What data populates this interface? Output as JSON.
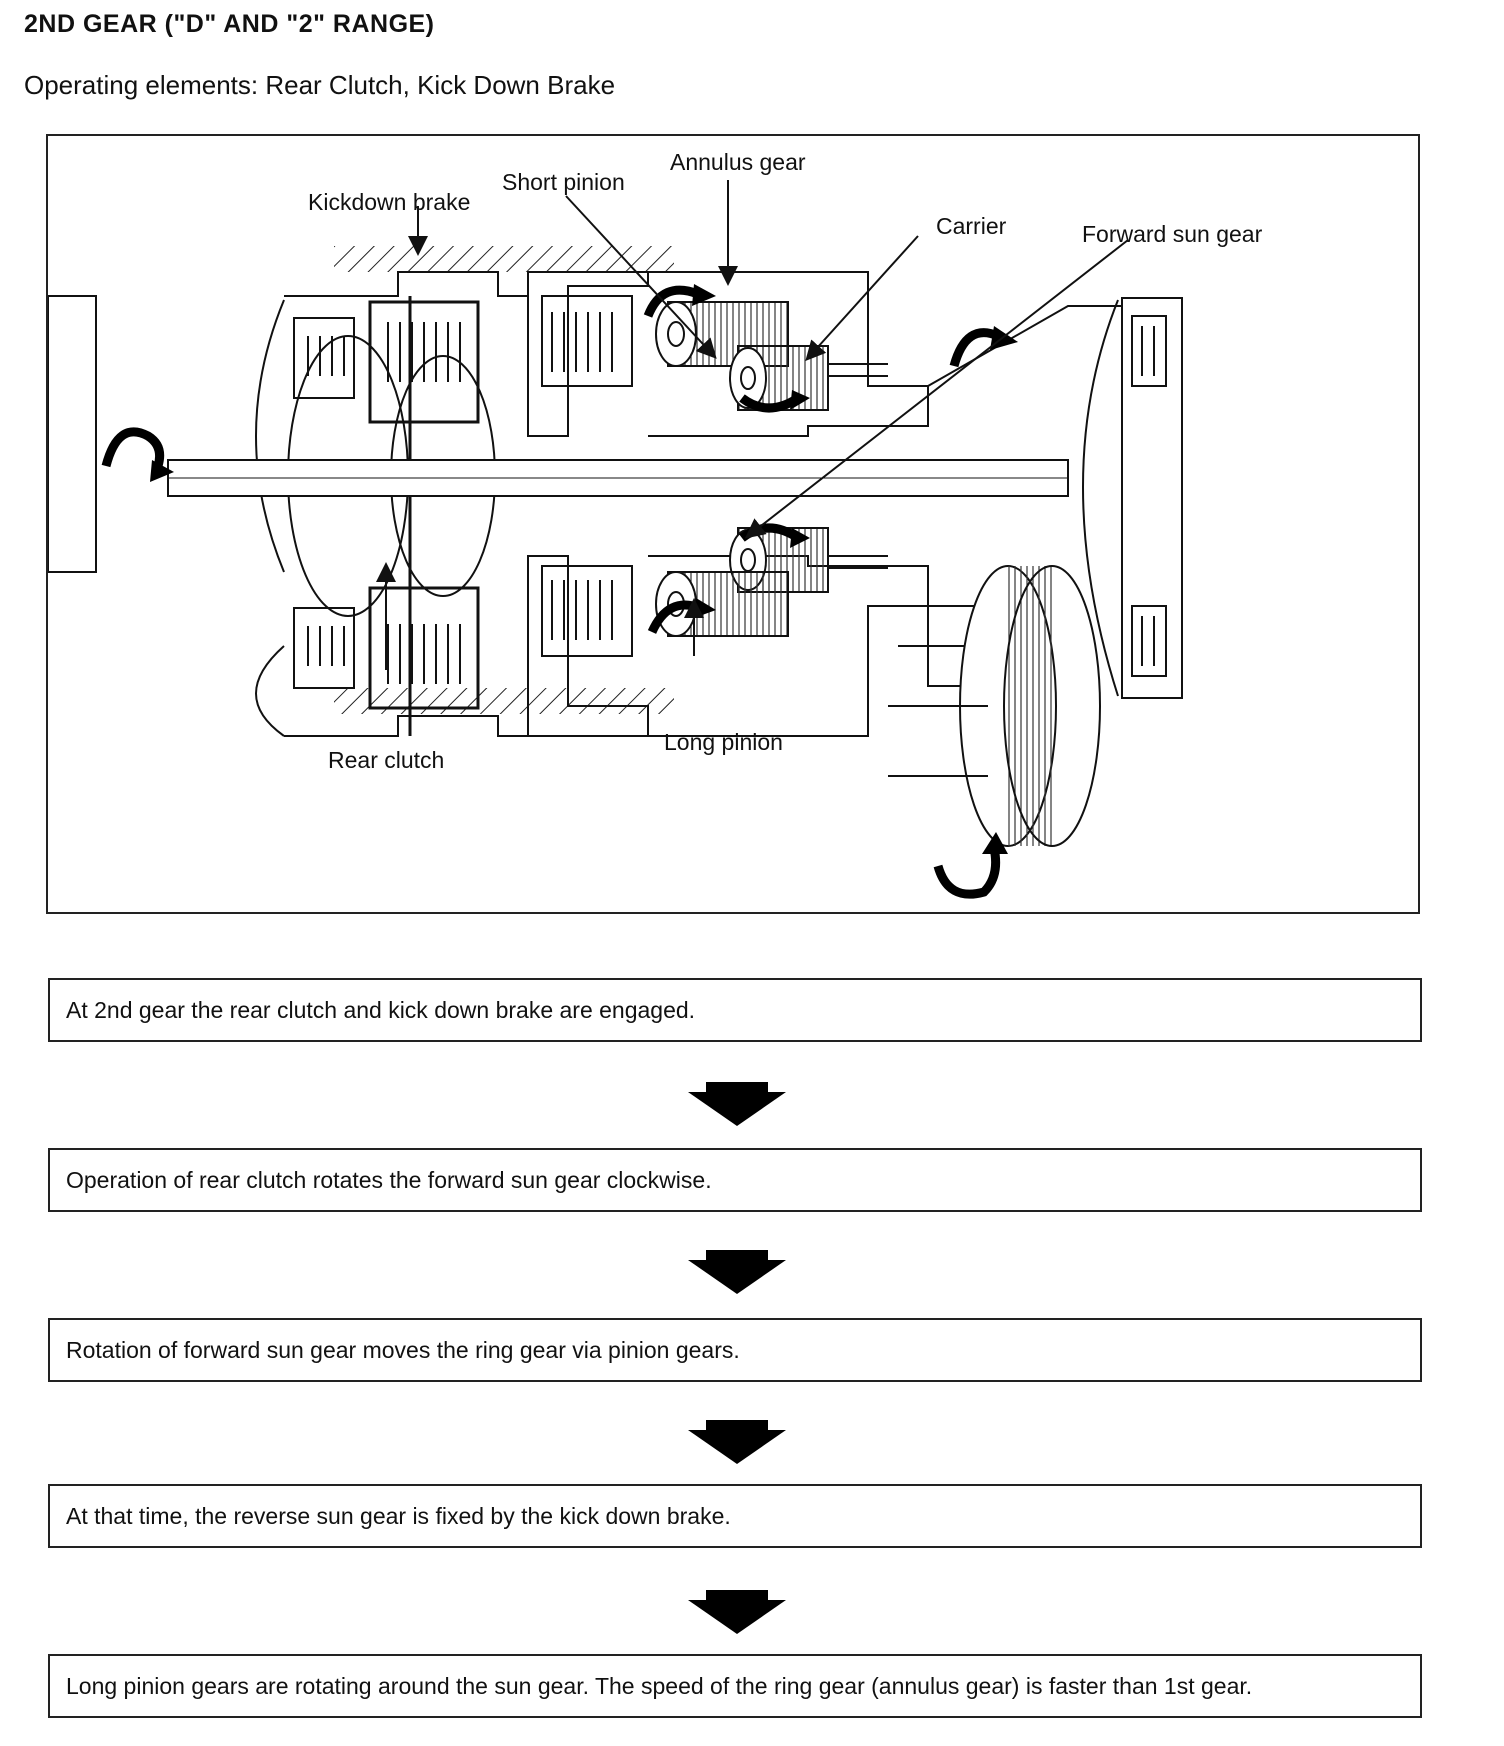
{
  "header": {
    "title": "2ND GEAR (\"D\" AND \"2\" RANGE)",
    "subtitle": "Operating elements: Rear Clutch, Kick Down Brake"
  },
  "diagram": {
    "labels": {
      "kickdown_brake": "Kickdown brake",
      "short_pinion": "Short pinion",
      "annulus_gear": "Annulus gear",
      "carrier": "Carrier",
      "forward_sun_gear": "Forward sun gear",
      "rear_clutch": "Rear clutch",
      "long_pinion": "Long pinion"
    }
  },
  "flow": {
    "steps": [
      "At 2nd gear the rear clutch and kick down brake are engaged.",
      "Operation of rear clutch rotates the forward sun gear clockwise.",
      "Rotation of forward sun gear moves the ring gear via pinion gears.",
      "At that time, the reverse sun gear is fixed by the kick down brake.",
      "Long pinion gears are rotating around the sun gear. The speed of the ring gear (annulus gear) is faster than 1st gear."
    ]
  }
}
